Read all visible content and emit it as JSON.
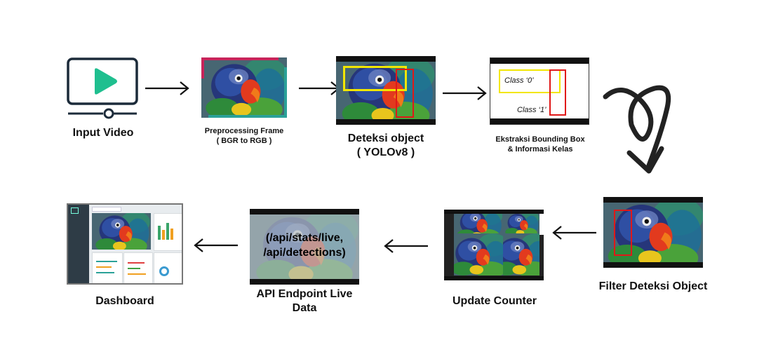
{
  "steps": {
    "input_video": {
      "label": "Input Video"
    },
    "preprocessing": {
      "line1": "Preprocessing Frame",
      "line2": "( BGR to RGB )"
    },
    "deteksi": {
      "line1": "Deteksi object",
      "line2": "( YOLOv8 )"
    },
    "ekstraksi": {
      "line1": "Ekstraksi Bounding Box",
      "line2": "& Informasi Kelas",
      "class0": "Class ‘0’",
      "class1": "Class ‘1’"
    },
    "filter": {
      "label": "Filter Deteksi Object"
    },
    "update": {
      "label": "Update Counter"
    },
    "api": {
      "line1": "API Endpoint Live",
      "line2": "Data",
      "screen_line1": "(/api/stats/live,",
      "screen_line2": "/api/detections)"
    },
    "dashboard": {
      "label": "Dashboard"
    }
  },
  "colors": {
    "play_icon": "#1fbf8f",
    "icon_stroke": "#1c2b3a",
    "bbox_yellow": "#f2e600",
    "bbox_red": "#e01818",
    "preprocess_border_pink": "#c8245a",
    "preprocess_border_teal": "#2aa198"
  }
}
